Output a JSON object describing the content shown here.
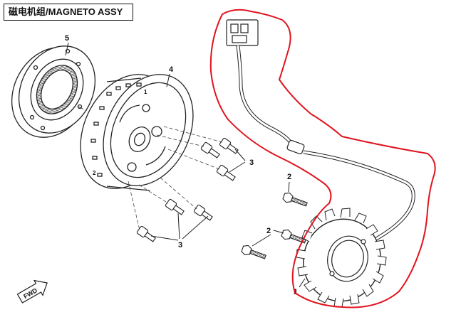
{
  "title": "磁电机组/MAGNETO ASSY",
  "labels": {
    "p1": "1",
    "p2a": "2",
    "p2b": "2",
    "p3a": "3",
    "p3b": "3",
    "p4": "4",
    "p5": "5"
  },
  "direction_badge": "FWD",
  "colors": {
    "line": "#222222",
    "highlight": "#e0141e"
  }
}
